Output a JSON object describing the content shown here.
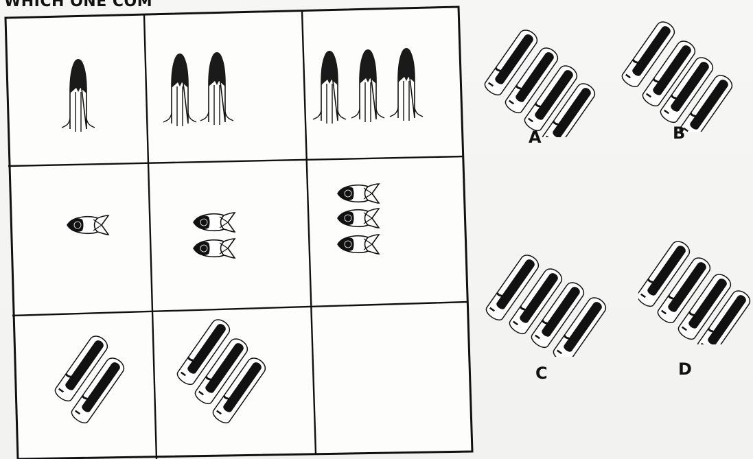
{
  "heading": "WHICH ONE COM",
  "options": [
    {
      "label": "A"
    },
    {
      "label": "B"
    },
    {
      "label": "C"
    },
    {
      "label": "D"
    }
  ]
}
